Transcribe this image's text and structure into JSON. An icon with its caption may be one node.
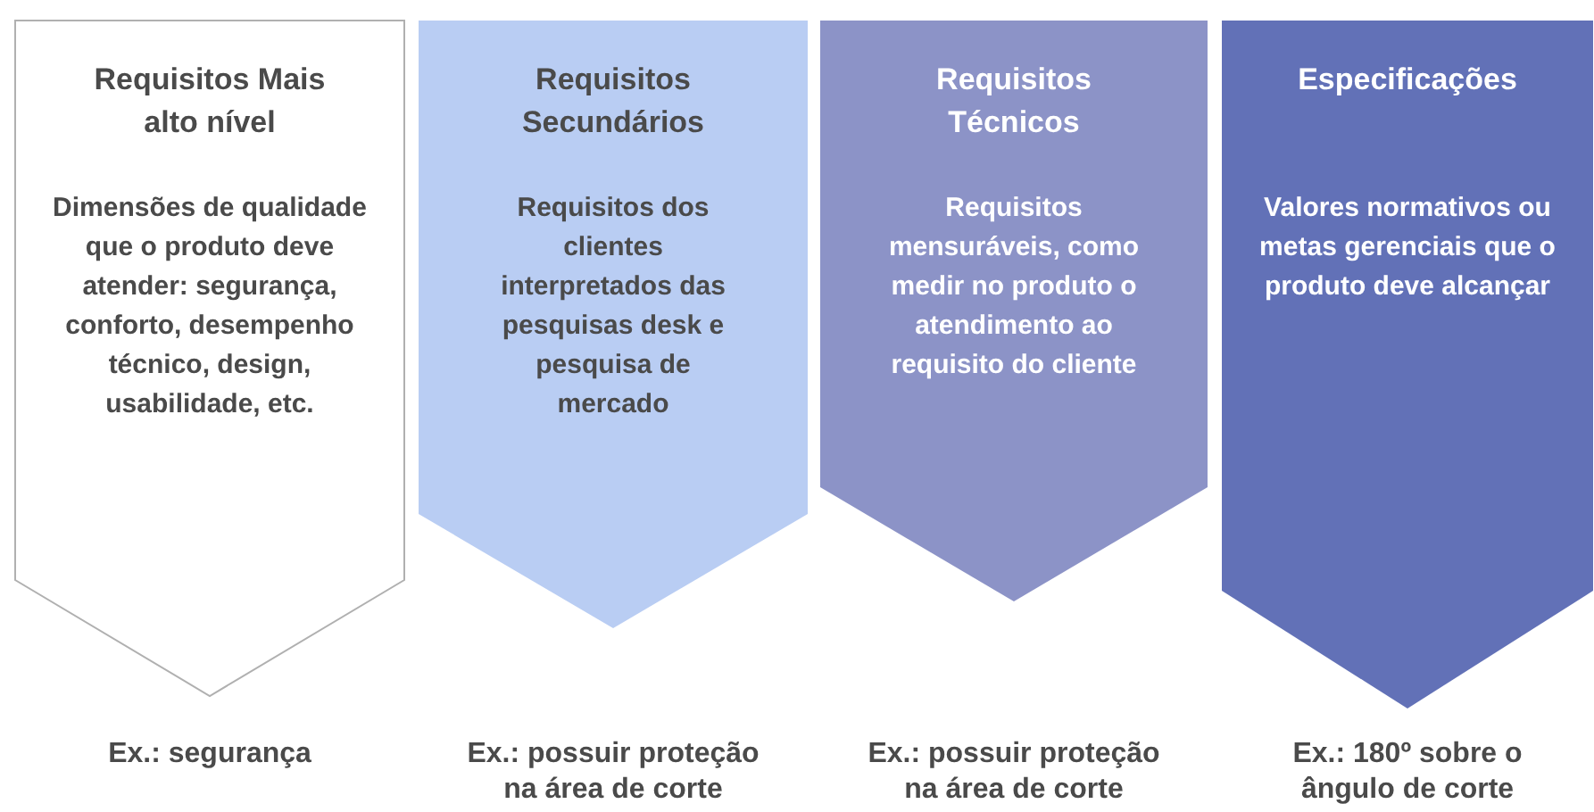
{
  "diagram": {
    "nodes": [
      {
        "text": [
          "Requisitos Mais alto nível",
          "Dimensões de qualidade que o produto deve atender: segurança, conforto, desempenho técnico, design, usabilidade, etc."
        ],
        "beside": [
          "Ex.: segurança"
        ]
      },
      {
        "text": [
          "Requisitos Secundários",
          "Requisitos dos clientes interpretados das pesquisas desk e pesquisa de mercado"
        ],
        "beside": [
          "Ex.: possuir proteção na área de corte"
        ]
      },
      {
        "text": [
          "Requisitos Técnicos",
          "Requisitos mensuráveis, como medir no produto o atendimento ao requisito do cliente"
        ]
      },
      {
        "text": [
          "Especificações",
          "Valores normativos ou metas gerenciais que o produto deve alcançar"
        ],
        "beside": [
          "Ex.: 180º sobre o ângulo de corte"
        ]
      }
    ],
    "labels": [
      "Ex.: possuir proteção na área de corte"
    ]
  }
}
